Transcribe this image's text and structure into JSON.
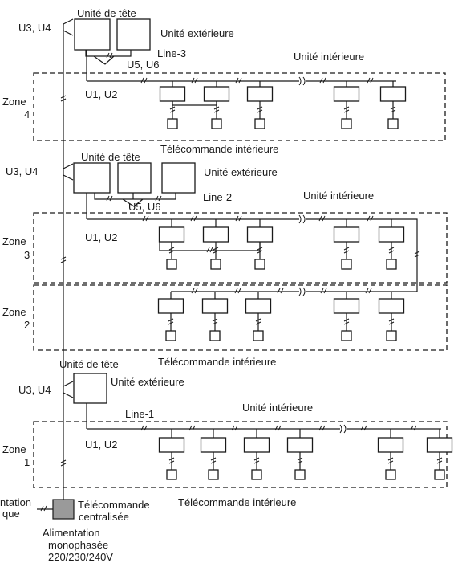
{
  "labels": {
    "outdoor_head": "Unité de tête",
    "outdoor_unit": "Unité extérieure",
    "indoor_unit": "Unité intérieure",
    "indoor_remote": "Télécommande intérieure",
    "u3u4": "U3, U4",
    "u5u6": "U5, U6",
    "u1u2": "U1, U2",
    "line1": "Line-1",
    "line2": "Line-2",
    "line3": "Line-3",
    "zone_word": "Zone",
    "zone1": "1",
    "zone2": "2",
    "zone3": "3",
    "zone4": "4",
    "central_1": "Télécommande",
    "central_2": "centralisée",
    "power_left_1": "ntation",
    "power_left_2": "que",
    "power_1": "Alimentation",
    "power_2": "monophasée",
    "power_3": "220/230/240V"
  },
  "colors": {
    "line": "#1a1a1a",
    "central_remote": "#9a9a9a"
  }
}
